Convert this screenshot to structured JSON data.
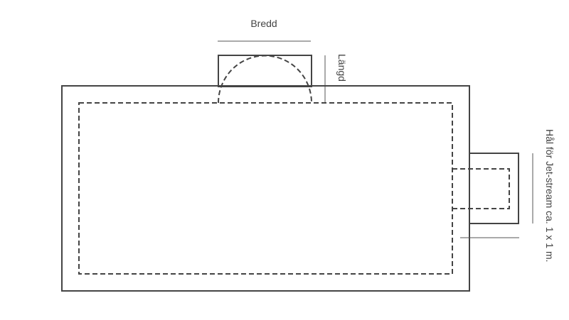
{
  "labels": {
    "width": "Bredd",
    "length": "Längd",
    "jet_hole": "Hål för Jet-stream ca. 1 x 1 m."
  },
  "colors": {
    "line": "#444444",
    "background": "#ffffff"
  }
}
